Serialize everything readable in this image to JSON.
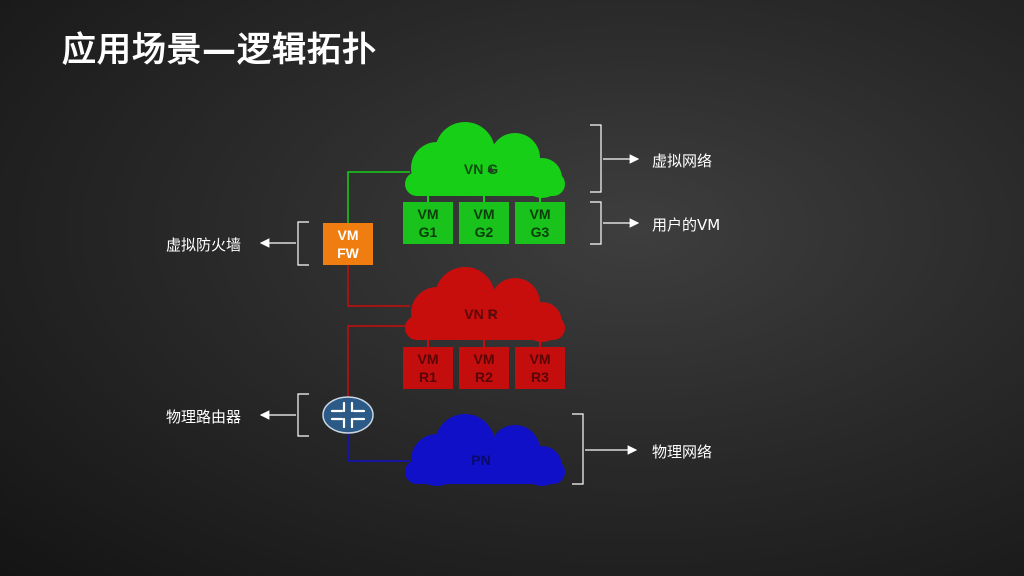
{
  "title": "应用场景—逻辑拓扑",
  "clouds": {
    "green": {
      "label": "VN G",
      "color": "#17cf17",
      "text_color": "#0e4f0e"
    },
    "red": {
      "label": "VN R",
      "color": "#c80d0d",
      "text_color": "#5a0808"
    },
    "blue": {
      "label": "PN",
      "color": "#1010c8",
      "text_color": "#0a0a6a"
    }
  },
  "vms_green": [
    {
      "line1": "VM",
      "line2": "G1"
    },
    {
      "line1": "VM",
      "line2": "G2"
    },
    {
      "line1": "VM",
      "line2": "G3"
    }
  ],
  "vms_red": [
    {
      "line1": "VM",
      "line2": "R1"
    },
    {
      "line1": "VM",
      "line2": "R2"
    },
    {
      "line1": "VM",
      "line2": "R3"
    }
  ],
  "firewall": {
    "line1": "VM",
    "line2": "FW",
    "color": "#ef7d10"
  },
  "router": {
    "icon": "router-icon",
    "color": "#2b5a86"
  },
  "labels": {
    "virtual_network": "虚拟网络",
    "user_vm": "用户的VM",
    "virtual_firewall": "虚拟防火墙",
    "physical_router": "物理路由器",
    "physical_network": "物理网络"
  }
}
